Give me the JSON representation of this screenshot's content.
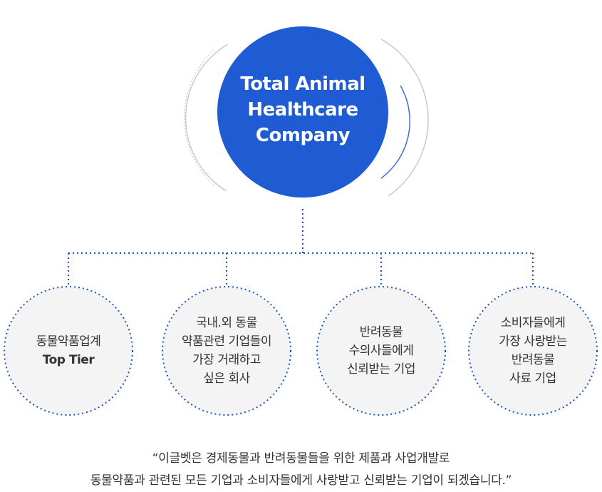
{
  "center": {
    "lines": [
      "Total Animal",
      "Healthcare",
      "Company"
    ],
    "fill_color": "#1f5bd2"
  },
  "nodes": [
    {
      "lines": [
        "동물약품업계",
        "Top Tier"
      ]
    },
    {
      "lines": [
        "국내.외 동물",
        "약품관련 기업들이",
        "가장 거래하고",
        "싶은 회사"
      ]
    },
    {
      "lines": [
        "반려동물",
        "수의사들에게",
        "신뢰받는 기업"
      ]
    },
    {
      "lines": [
        "소비자들에게",
        "가장 사랑받는",
        "반려동물",
        "사료 기업"
      ]
    }
  ],
  "quote": {
    "lines": [
      "“이글벳은  경제동물과 반려동물들을 위한 제품과 사업개발로",
      "동물약품과 관련된 모든 기업과 소비자들에게 사랑받고 신뢰받는 기업이 되겠습니다.”"
    ]
  },
  "colors": {
    "connector": "#1a52c4",
    "node_border": "#1a52c4",
    "node_fill": "#f4f4f4",
    "arc_gray": "#c9c9c9",
    "arc_blue": "#3a6fd8",
    "text": "#333333"
  }
}
